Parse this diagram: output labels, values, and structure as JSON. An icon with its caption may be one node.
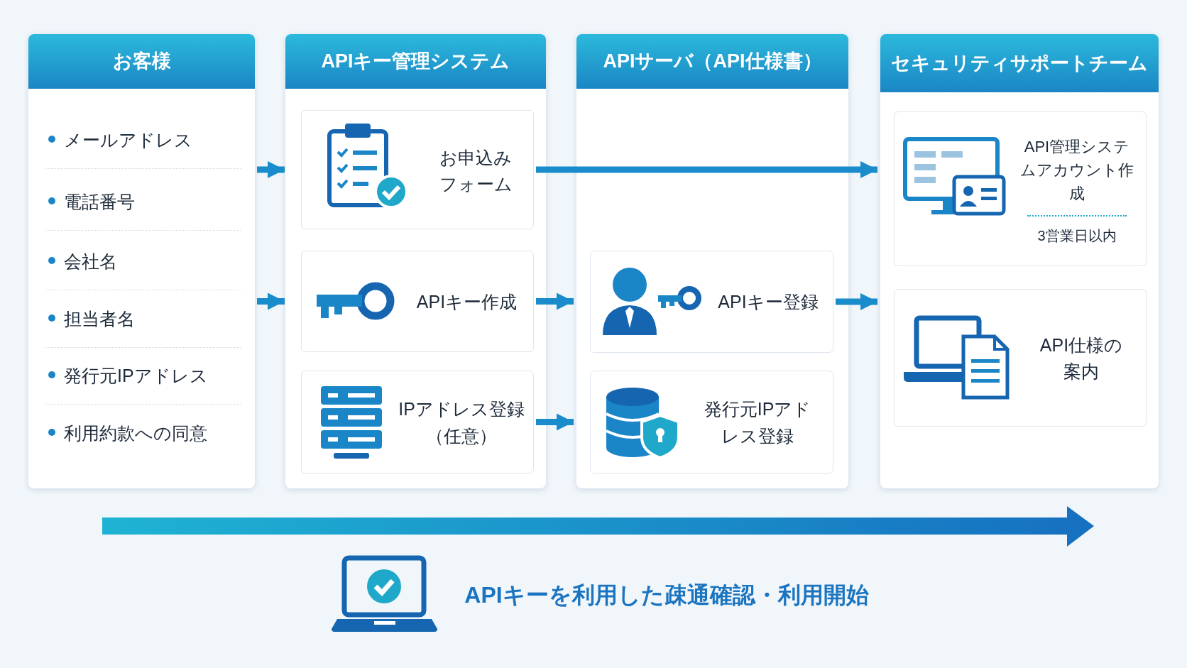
{
  "diagram": {
    "nodes": [
      {
        "text": [
          "お客様",
          "メールアドレス",
          "電話番号",
          "会社名",
          "担当者名",
          "発行元IPアドレス",
          "利用約款への同意"
        ]
      },
      {
        "text": [
          "APIキー管理システム"
        ]
      },
      {
        "text": [
          "お申込みフォーム"
        ],
        "in": 1
      },
      {
        "text": [
          "APIキー作成"
        ],
        "in": 1
      },
      {
        "text": [
          "IPアドレス登録（任意）"
        ],
        "in": 1
      },
      {
        "text": [
          "APIサーバ（API仕様書）"
        ]
      },
      {
        "text": [
          "APIキー登録"
        ],
        "in": 5
      },
      {
        "text": [
          "発行元IPアドレス登録"
        ],
        "in": 5
      },
      {
        "text": [
          "セキュリティサポートチーム"
        ]
      },
      {
        "text": [
          "API管理システムアカウント作成",
          "3営業日以内"
        ],
        "in": 8
      },
      {
        "text": [
          "API仕様の案内"
        ],
        "in": 8
      },
      {
        "text": [
          "APIキーを利用した疎通確認・利用開始"
        ]
      }
    ],
    "edges": [
      {
        "from": 0,
        "to": 2,
        "arrow": "to"
      },
      {
        "from": 0,
        "to": 3,
        "arrow": "to"
      },
      {
        "from": 2,
        "to": 9,
        "arrow": "to"
      },
      {
        "from": 3,
        "to": 6,
        "arrow": "to"
      },
      {
        "from": 4,
        "to": 7,
        "arrow": "to"
      },
      {
        "from": 6,
        "to": 10,
        "arrow": "to"
      }
    ]
  }
}
